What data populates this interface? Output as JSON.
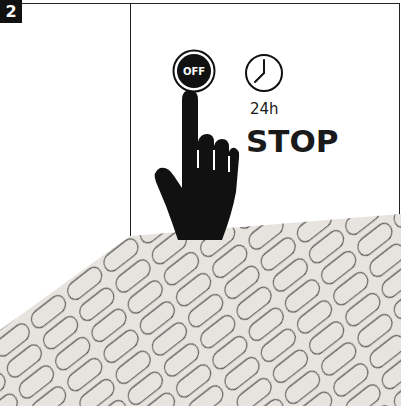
{
  "diagram": {
    "nodes": [
      {
        "text": [
          "2"
        ]
      },
      {
        "text": [
          "OFF"
        ]
      }
    ],
    "labels": [
      "24h",
      "STOP"
    ]
  }
}
